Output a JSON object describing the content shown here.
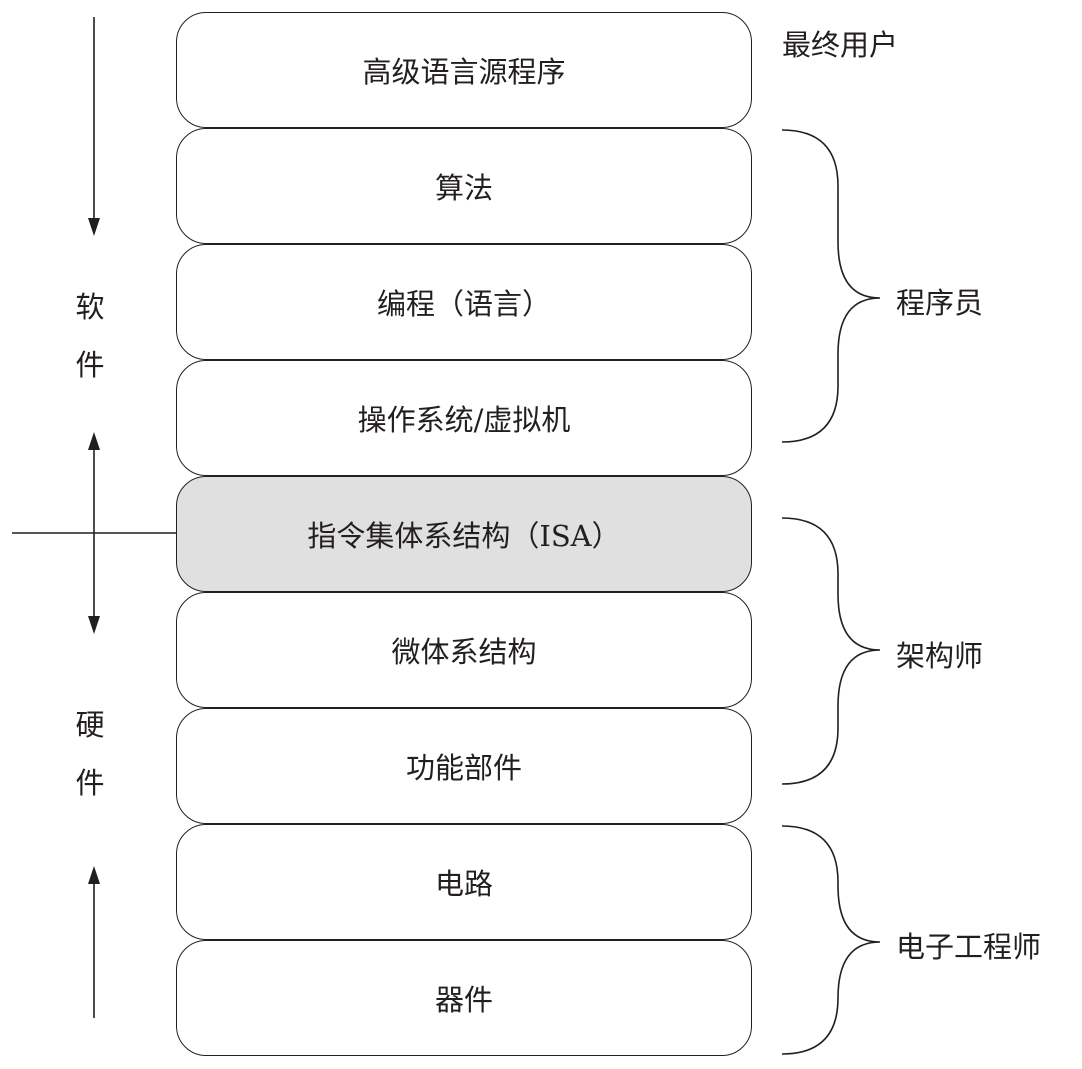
{
  "layers": [
    {
      "label": "高级语言源程序"
    },
    {
      "label": "算法"
    },
    {
      "label": "编程（语言）"
    },
    {
      "label": "操作系统/虚拟机"
    },
    {
      "label": "指令集体系结构（ISA）"
    },
    {
      "label": "微体系结构"
    },
    {
      "label": "功能部件"
    },
    {
      "label": "电路"
    },
    {
      "label": "器件"
    }
  ],
  "roles": {
    "end_user": "最终用户",
    "programmer": "程序员",
    "architect": "架构师",
    "electronic_engineer": "电子工程师"
  },
  "side": {
    "software": [
      "软",
      "件"
    ],
    "hardware": [
      "硬",
      "件"
    ]
  },
  "colors": {
    "stroke": "#231f20",
    "highlight_fill": "#e0e0e0"
  }
}
